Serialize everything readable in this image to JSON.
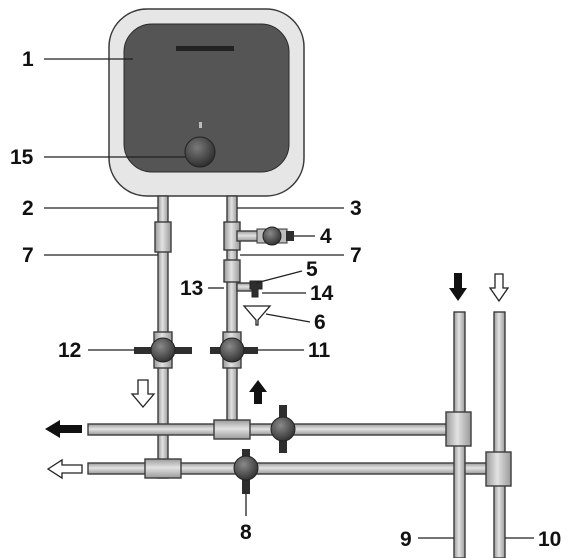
{
  "labels": {
    "l1": "1",
    "l2": "2",
    "l3": "3",
    "l4": "4",
    "l5": "5",
    "l6": "6",
    "l7a": "7",
    "l7b": "7",
    "l8": "8",
    "l9": "9",
    "l10": "10",
    "l11": "11",
    "l12": "12",
    "l13": "13",
    "l14": "14",
    "l15": "15"
  },
  "colors": {
    "heater_body": "#e6e6e6",
    "heater_panel": "#555555",
    "pipe_fill": "#c6c6c6",
    "valve_body": "#4a4a4a",
    "ink": "#111111"
  }
}
